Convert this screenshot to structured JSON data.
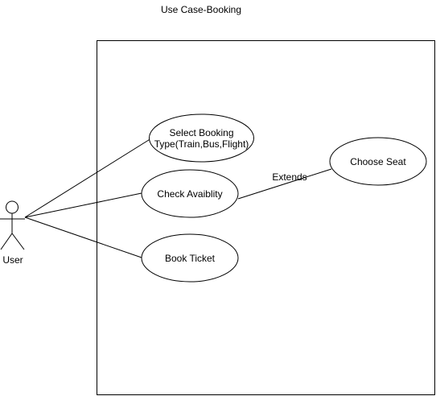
{
  "diagram": {
    "title": "Use Case-Booking",
    "actor": {
      "label": "User"
    },
    "use_cases": {
      "select_booking": {
        "line1": "Select Booking",
        "line2": "Type(Train,Bus,Flight)"
      },
      "check_availability": "Check Avaiblity",
      "book_ticket": "Book Ticket",
      "choose_seat": "Choose Seat"
    },
    "relationships": {
      "extend_label": "Extends"
    },
    "colors": {
      "stroke": "#000000",
      "fill": "#ffffff",
      "text": "#000000"
    }
  }
}
